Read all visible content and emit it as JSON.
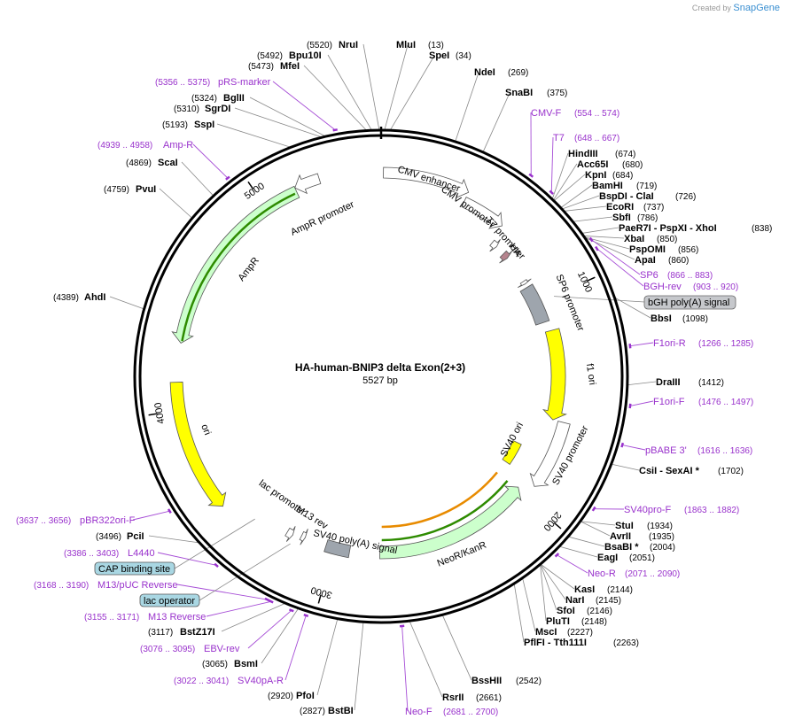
{
  "credit": {
    "prefix": "Created by",
    "brand": "SnapGene"
  },
  "plasmid": {
    "name": "HA-human-BNIP3 delta Exon(2+3)",
    "length_label": "5527 bp",
    "total_bp": 5527
  },
  "ticks": [
    {
      "pos": 1000,
      "label": "1000"
    },
    {
      "pos": 2000,
      "label": "2000"
    },
    {
      "pos": 3000,
      "label": "3000"
    },
    {
      "pos": 4000,
      "label": "4000"
    },
    {
      "pos": 5000,
      "label": "5000"
    }
  ],
  "sites": [
    {
      "name": "MluI",
      "pos": "(13)",
      "bp": 13
    },
    {
      "name": "SpeI",
      "pos": "(34)",
      "bp": 34
    },
    {
      "name": "NdeI",
      "pos": "(269)",
      "bp": 269
    },
    {
      "name": "SnaBI",
      "pos": "(375)",
      "bp": 375
    },
    {
      "name": "HindIII",
      "pos": "(674)",
      "bp": 674
    },
    {
      "name": "Acc65I",
      "pos": "(680)",
      "bp": 680
    },
    {
      "name": "KpnI",
      "pos": "(684)",
      "bp": 684
    },
    {
      "name": "BamHI",
      "pos": "(719)",
      "bp": 719
    },
    {
      "name": "BspDI - ClaI",
      "pos": "(726)",
      "bp": 726
    },
    {
      "name": "EcoRI",
      "pos": "(737)",
      "bp": 737
    },
    {
      "name": "SbfI",
      "pos": "(786)",
      "bp": 786
    },
    {
      "name": "PaeR7I - PspXI - XhoI",
      "pos": "(838)",
      "bp": 838
    },
    {
      "name": "XbaI",
      "pos": "(850)",
      "bp": 850
    },
    {
      "name": "PspOMI",
      "pos": "(856)",
      "bp": 856
    },
    {
      "name": "ApaI",
      "pos": "(860)",
      "bp": 860
    },
    {
      "name": "BbsI",
      "pos": "(1098)",
      "bp": 1098
    },
    {
      "name": "DraIII",
      "pos": "(1412)",
      "bp": 1412
    },
    {
      "name": "CsiI - SexAI *",
      "pos": "(1702)",
      "bp": 1702
    },
    {
      "name": "StuI",
      "pos": "(1934)",
      "bp": 1934
    },
    {
      "name": "AvrII",
      "pos": "(1935)",
      "bp": 1935
    },
    {
      "name": "BsaBI *",
      "pos": "(2004)",
      "bp": 2004
    },
    {
      "name": "EagI",
      "pos": "(2051)",
      "bp": 2051
    },
    {
      "name": "KasI",
      "pos": "(2144)",
      "bp": 2144
    },
    {
      "name": "NarI",
      "pos": "(2145)",
      "bp": 2145
    },
    {
      "name": "SfoI",
      "pos": "(2146)",
      "bp": 2146
    },
    {
      "name": "PluTI",
      "pos": "(2148)",
      "bp": 2148
    },
    {
      "name": "MscI",
      "pos": "(2227)",
      "bp": 2227
    },
    {
      "name": "PflFI - Tth111I",
      "pos": "(2263)",
      "bp": 2263
    },
    {
      "name": "BssHII",
      "pos": "(2542)",
      "bp": 2542
    },
    {
      "name": "RsrII",
      "pos": "(2661)",
      "bp": 2661
    },
    {
      "name": "BstBI",
      "pos": "(2827)",
      "bp": 2827
    },
    {
      "name": "PfoI",
      "pos": "(2920)",
      "bp": 2920
    },
    {
      "name": "BsmI",
      "pos": "(3065)",
      "bp": 3065
    },
    {
      "name": "BstZ17I",
      "pos": "(3117)",
      "bp": 3117
    },
    {
      "name": "PciI",
      "pos": "(3496)",
      "bp": 3496
    },
    {
      "name": "AhdI",
      "pos": "(4389)",
      "bp": 4389
    },
    {
      "name": "PvuI",
      "pos": "(4759)",
      "bp": 4759
    },
    {
      "name": "ScaI",
      "pos": "(4869)",
      "bp": 4869
    },
    {
      "name": "SspI",
      "pos": "(5193)",
      "bp": 5193
    },
    {
      "name": "SgrDI",
      "pos": "(5310)",
      "bp": 5310
    },
    {
      "name": "BglII",
      "pos": "(5324)",
      "bp": 5324
    },
    {
      "name": "MfeI",
      "pos": "(5473)",
      "bp": 5473
    },
    {
      "name": "Bpu10I",
      "pos": "(5492)",
      "bp": 5492
    },
    {
      "name": "NruI",
      "pos": "(5520)",
      "bp": 5520
    }
  ],
  "primers": [
    {
      "name": "CMV-F",
      "pos": "(554 .. 574)",
      "bp": 564
    },
    {
      "name": "T7",
      "pos": "(648 .. 667)",
      "bp": 657
    },
    {
      "name": "SP6",
      "pos": "(866 .. 883)",
      "bp": 874
    },
    {
      "name": "BGH-rev",
      "pos": "(903 .. 920)",
      "bp": 911
    },
    {
      "name": "F1ori-R",
      "pos": "(1266 .. 1285)",
      "bp": 1275
    },
    {
      "name": "F1ori-F",
      "pos": "(1476 .. 1497)",
      "bp": 1486
    },
    {
      "name": "pBABE 3'",
      "pos": "(1616 .. 1636)",
      "bp": 1626
    },
    {
      "name": "SV40pro-F",
      "pos": "(1863 .. 1882)",
      "bp": 1872
    },
    {
      "name": "Neo-R",
      "pos": "(2071 .. 2090)",
      "bp": 2080
    },
    {
      "name": "Neo-F",
      "pos": "(2681 .. 2700)",
      "bp": 2690
    },
    {
      "name": "SV40pA-R",
      "pos": "(3022 .. 3041)",
      "bp": 3031
    },
    {
      "name": "EBV-rev",
      "pos": "(3076 .. 3095)",
      "bp": 3085
    },
    {
      "name": "M13 Reverse",
      "pos": "(3155 .. 3171)",
      "bp": 3163
    },
    {
      "name": "M13/pUC Reverse",
      "pos": "(3168 .. 3190)",
      "bp": 3179
    },
    {
      "name": "L4440",
      "pos": "(3386 .. 3403)",
      "bp": 3394
    },
    {
      "name": "pBR322ori-F",
      "pos": "(3637 .. 3656)",
      "bp": 3646
    },
    {
      "name": "Amp-R",
      "pos": "(4939 .. 4958)",
      "bp": 4948
    },
    {
      "name": "pRS-marker",
      "pos": "(5356 .. 5375)",
      "bp": 5365
    }
  ],
  "boxed_features": [
    {
      "name": "bGH poly(A) signal",
      "bp": 1000
    },
    {
      "name": "CAP binding site",
      "bp": 3400
    },
    {
      "name": "lac operator",
      "bp": 3200
    }
  ],
  "features": [
    {
      "name": "CMV enhancer",
      "color": "#ffffff",
      "start": 10,
      "end": 390
    },
    {
      "name": "CMV promoter",
      "color": "#ffffff",
      "start": 390,
      "end": 595
    },
    {
      "name": "T7 promoter",
      "color": "#ffffff",
      "start": 610,
      "end": 640
    },
    {
      "name": "HA",
      "color": "#b5838d",
      "start": 690,
      "end": 720
    },
    {
      "name": "SP6 promoter",
      "color": "#ffffff",
      "start": 864,
      "end": 880
    },
    {
      "name": "bGH poly(A) signal",
      "color": "#9ea5ad",
      "start": 900,
      "end": 1100
    },
    {
      "name": "f1 ori",
      "color": "#ffff00",
      "start": 1150,
      "end": 1600
    },
    {
      "name": "SV40 promoter",
      "color": "#ffffff",
      "start": 1600,
      "end": 1930
    },
    {
      "name": "SV40 ori",
      "color": "#ffff00",
      "start": 1780,
      "end": 1910
    },
    {
      "name": "NeoR/KanR",
      "color": "#ccffcc",
      "start": 1980,
      "end": 2770
    },
    {
      "name": "SV40 poly(A) signal",
      "color": "#9ea5ad",
      "start": 2920,
      "end": 3040
    },
    {
      "name": "M13 rev",
      "color": "#ffffff",
      "start": 3150,
      "end": 3170
    },
    {
      "name": "lac promoter",
      "color": "#ffffff",
      "start": 3210,
      "end": 3240
    },
    {
      "name": "ori",
      "color": "#ffff00",
      "start": 3540,
      "end": 4120
    },
    {
      "name": "AmpR",
      "color": "#ccffcc",
      "start": 4290,
      "end": 5150
    },
    {
      "name": "AmpR promoter",
      "color": "#ffffff",
      "start": 5150,
      "end": 5260
    }
  ]
}
